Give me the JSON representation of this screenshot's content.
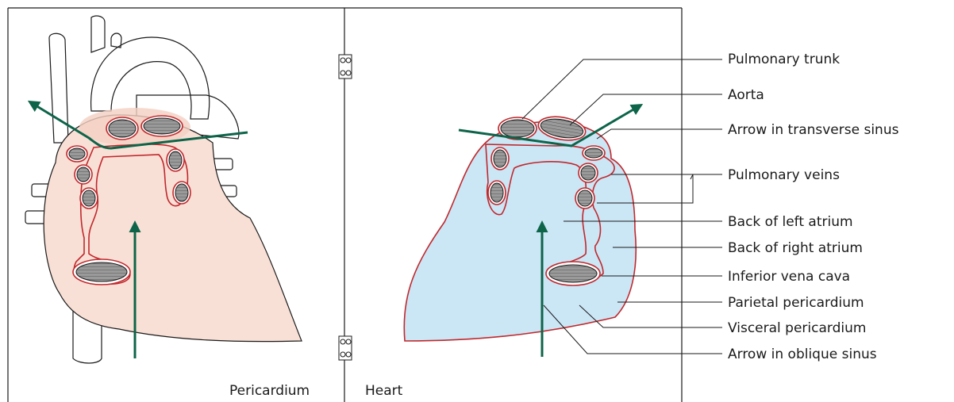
{
  "panels": {
    "left_caption": "Pericardium",
    "right_caption": "Heart"
  },
  "labels": [
    "Pulmonary trunk",
    "Aorta",
    "Arrow in transverse sinus",
    "Pulmonary veins",
    "Back of left atrium",
    "Back of right atrium",
    "Inferior vena cava",
    "Parietal pericardium",
    "Visceral pericardium",
    "Arrow in oblique sinus"
  ],
  "colors": {
    "pericardium_fill": "#f9e0d6",
    "heart_fill": "#cbe6f5",
    "pericardium_line": "#c0282d",
    "arrow": "#0d6449",
    "vessel_fill": "#8a8a8a"
  }
}
